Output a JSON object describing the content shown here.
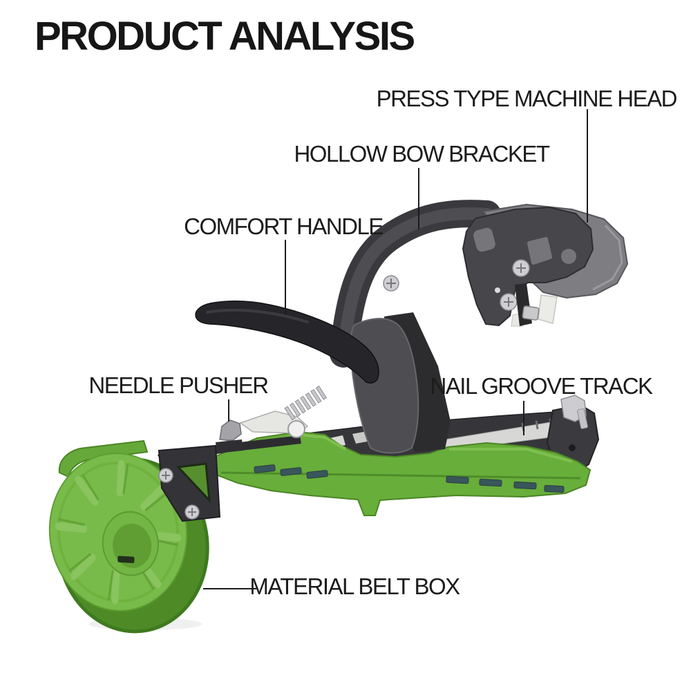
{
  "title": "PRODUCT ANALYSIS",
  "labels": {
    "press_head": "PRESS TYPE MACHINE HEAD",
    "hollow_bow": "HOLLOW BOW BRACKET",
    "comfort_handle": "COMFORT HANDLE",
    "needle_pusher": "NEEDLE PUSHER",
    "nail_groove": "NAIL GROOVE TRACK",
    "material_belt": "MATERIAL BELT BOX"
  },
  "colors": {
    "text": "#1b1b1b",
    "leader_line": "#1c1c1c",
    "reel_lid_green": "#79BB4B",
    "reel_shell_green": "#4E8B27",
    "rail_green": "#68AE3A",
    "rail_green_dark": "#4B8526",
    "handle_black": "#26262A",
    "arm_charcoal": "#3A3A3E",
    "head_front_gray": "#46464B",
    "head_back_gray": "#7D7D82",
    "metal_silver": "#D7D7D5",
    "background": "#FFFFFF"
  }
}
